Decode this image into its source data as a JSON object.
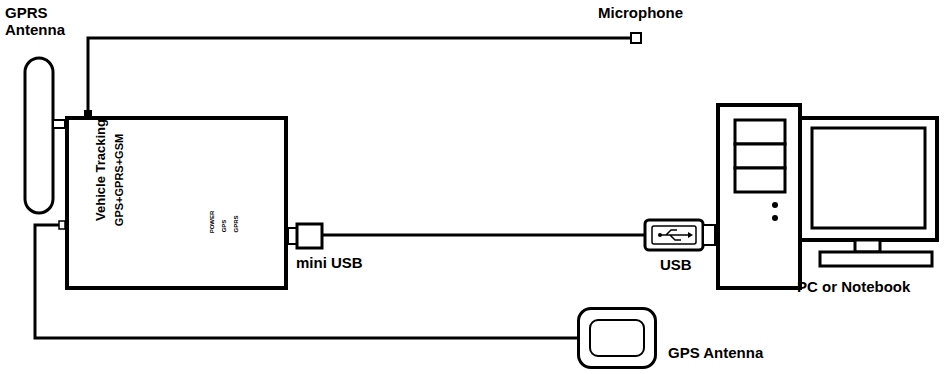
{
  "diagram": {
    "nodes": [
      {
        "text": [
          "Vehicle Tracking",
          "GPS+GPRS+GSM"
        ]
      },
      {
        "text": [
          "Microphone"
        ]
      },
      {
        "text": [
          "PC or Notebook"
        ]
      },
      {
        "text": [
          "GPS Antenna"
        ]
      }
    ],
    "edges": [
      {
        "from": 0,
        "to": 1,
        "arrow": "none"
      },
      {
        "from": 0,
        "to": 2,
        "arrow": "none"
      },
      {
        "from": 0,
        "to": 3,
        "arrow": "none"
      }
    ],
    "labels": [
      "GPRS Antenna",
      "POWER",
      "GPS",
      "GPRS",
      "mini USB",
      "USB"
    ]
  }
}
